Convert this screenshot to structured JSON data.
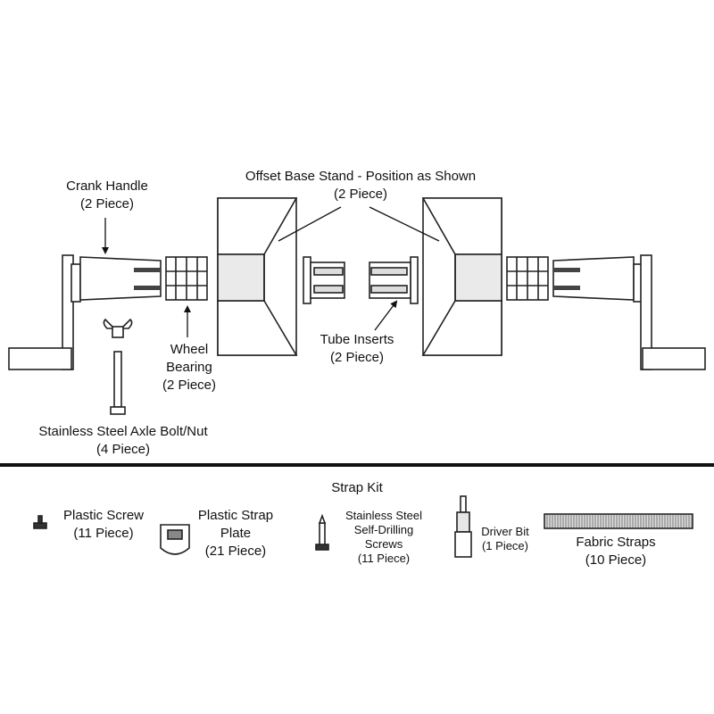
{
  "labels": {
    "crank_handle": {
      "name": "Crank Handle",
      "qty": "(2 Piece)"
    },
    "base_stand": {
      "name": "Offset Base Stand - Position as Shown",
      "qty": "(2 Piece)"
    },
    "wheel_bearing": {
      "name1": "Wheel",
      "name2": "Bearing",
      "qty": "(2 Piece)"
    },
    "tube_inserts": {
      "name": "Tube Inserts",
      "qty": "(2 Piece)"
    },
    "axle_bolt": {
      "name": "Stainless Steel Axle Bolt/Nut",
      "qty": "(4 Piece)"
    }
  },
  "strap_kit": {
    "title": "Strap Kit",
    "plastic_screw": {
      "name": "Plastic Screw",
      "qty": "(11 Piece)"
    },
    "strap_plate": {
      "name1": "Plastic Strap",
      "name2": "Plate",
      "qty": "(21 Piece)"
    },
    "drilling_screws": {
      "name1": "Stainless Steel",
      "name2": "Self-Drilling",
      "name3": "Screws",
      "qty": "(11 Piece)"
    },
    "driver_bit": {
      "name": "Driver Bit",
      "qty": "(1 Piece)"
    },
    "fabric_straps": {
      "name": "Fabric Straps",
      "qty": "(10 Piece)"
    }
  }
}
